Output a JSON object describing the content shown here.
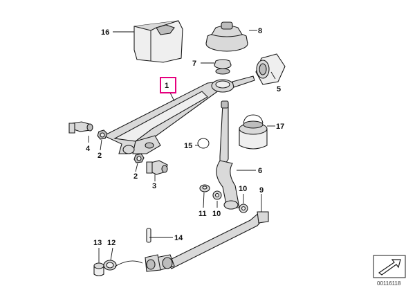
{
  "callouts": [
    {
      "id": "1",
      "label": "1",
      "highlighted": true
    },
    {
      "id": "2a",
      "label": "2"
    },
    {
      "id": "2b",
      "label": "2"
    },
    {
      "id": "3",
      "label": "3"
    },
    {
      "id": "4",
      "label": "4"
    },
    {
      "id": "5",
      "label": "5"
    },
    {
      "id": "6",
      "label": "6"
    },
    {
      "id": "7",
      "label": "7"
    },
    {
      "id": "8",
      "label": "8"
    },
    {
      "id": "9",
      "label": "9"
    },
    {
      "id": "10a",
      "label": "10"
    },
    {
      "id": "10b",
      "label": "10"
    },
    {
      "id": "11",
      "label": "11"
    },
    {
      "id": "12",
      "label": "12"
    },
    {
      "id": "13",
      "label": "13"
    },
    {
      "id": "14",
      "label": "14"
    },
    {
      "id": "15",
      "label": "15"
    },
    {
      "id": "16",
      "label": "16"
    },
    {
      "id": "17",
      "label": "17"
    }
  ],
  "highlight_color": "#e6007e",
  "catalog_number": "00116118"
}
